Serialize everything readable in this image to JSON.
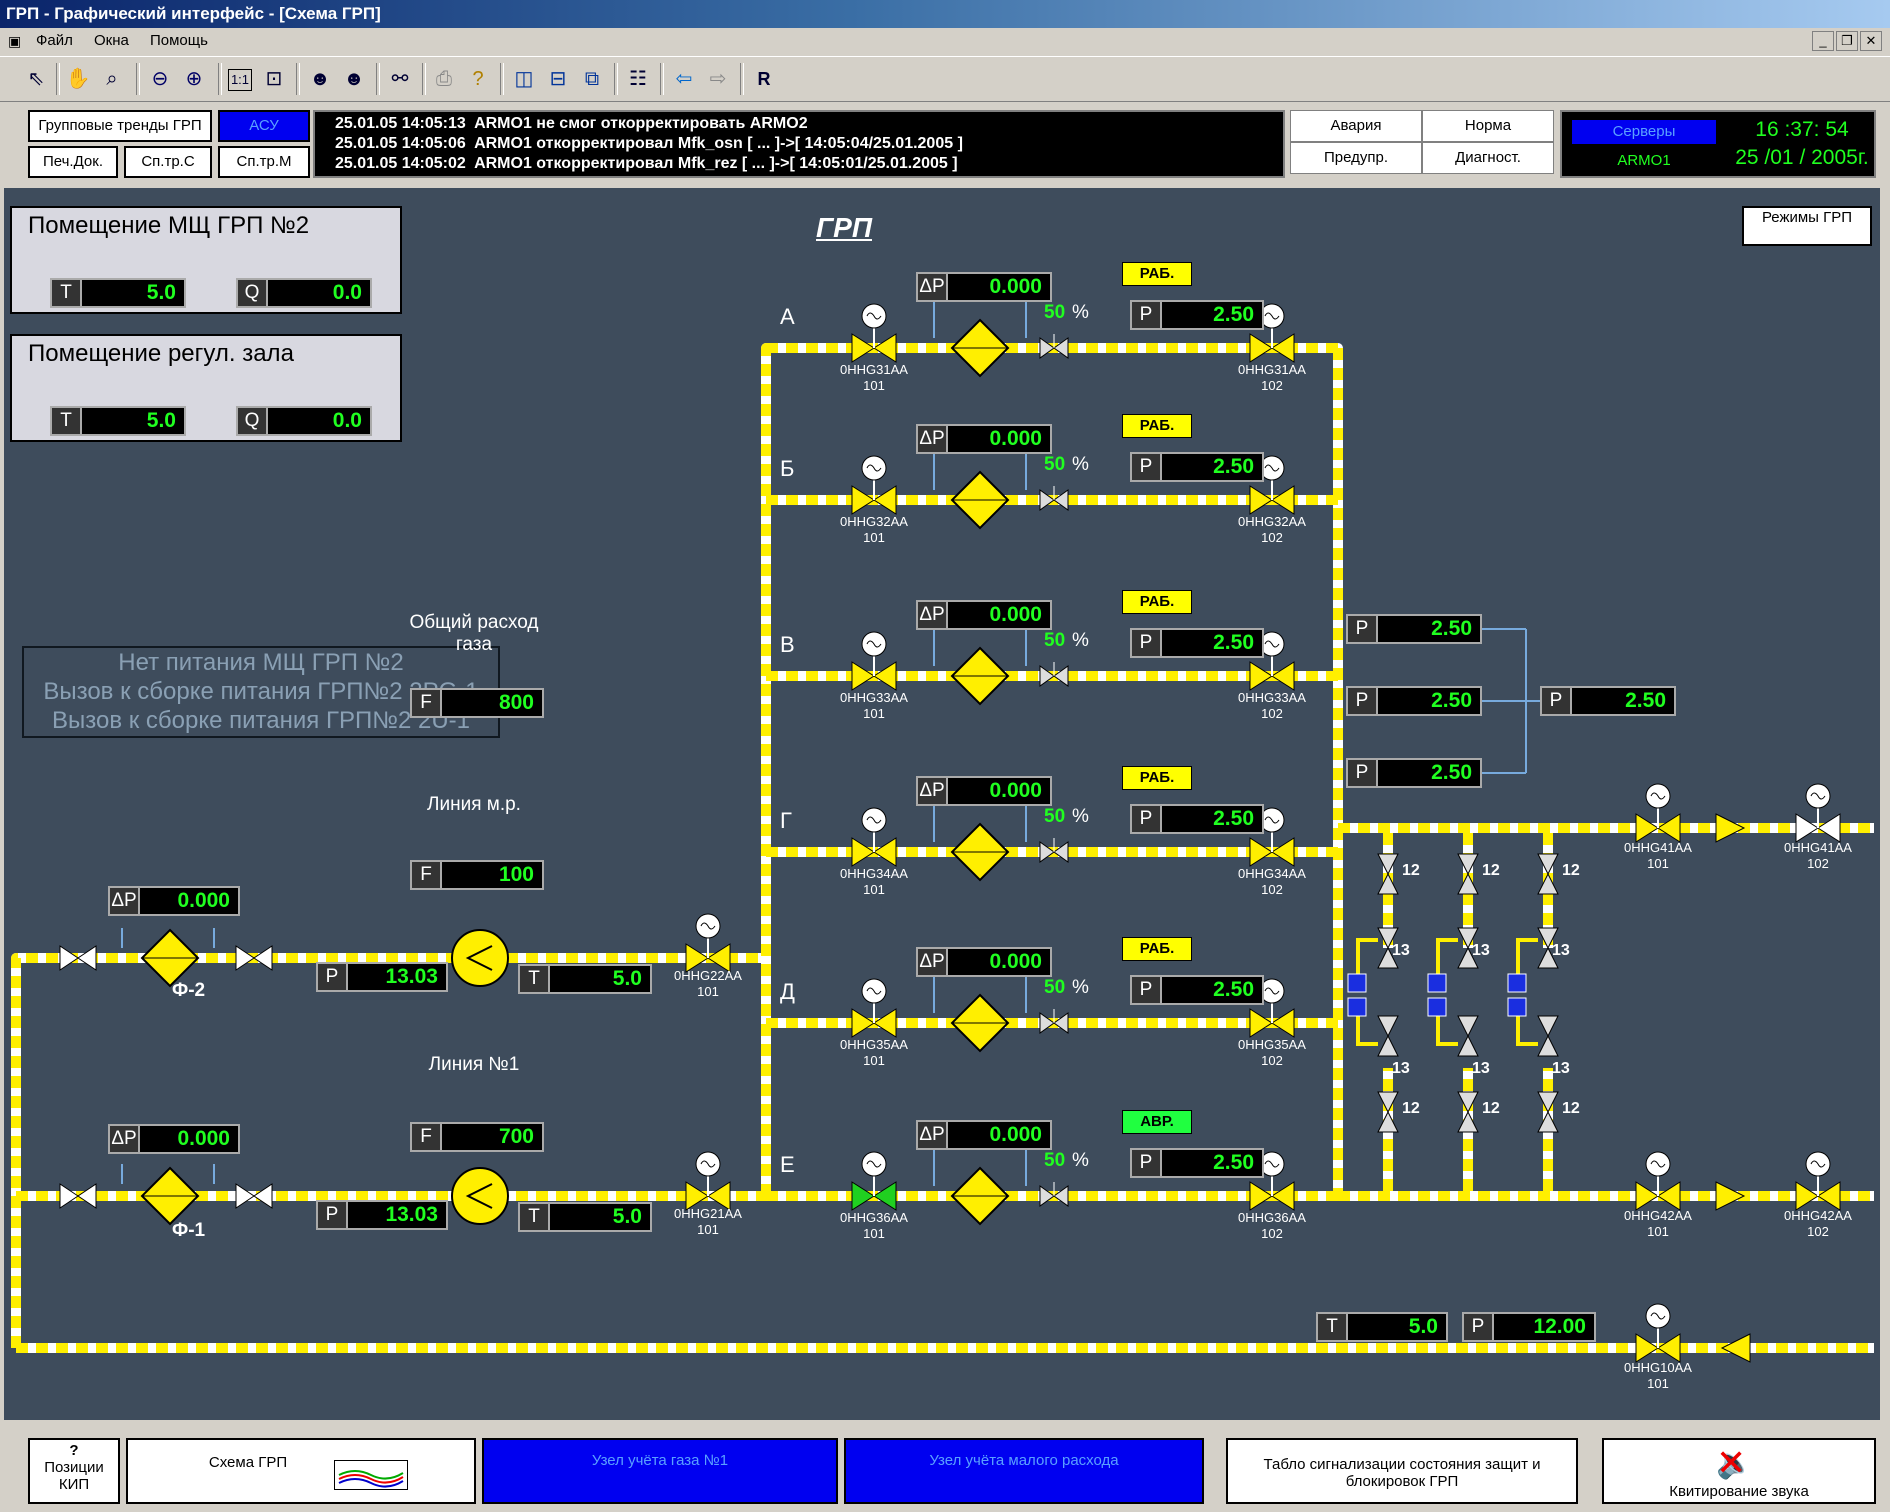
{
  "window": {
    "title": "ГРП - Графический интерфейс - [Схема ГРП]",
    "menu": [
      "Файл",
      "Окна",
      "Помощь"
    ]
  },
  "header": {
    "btn_trends": "Групповые тренды ГРП",
    "btn_asu": "АСУ",
    "btn_print": "Печ.Док.",
    "btn_sptrc": "Сп.тр.С",
    "btn_sptrm": "Сп.тр.М",
    "events": [
      "25.01.05 14:05:13  ARMO1 не смог откорректировать ARMO2",
      "25.01.05 14:05:06  ARMO1 откорректировал Mfk_osn [ ... ]->[ 14:05:04/25.01.2005 ]",
      "25.01.05 14:05:02  ARMO1 откорректировал Mfk_rez [ ... ]->[ 14:05:01/25.01.2005 ]"
    ],
    "btn_avaria": "Авария",
    "btn_norma": "Норма",
    "btn_predupr": "Предупр.",
    "btn_diagnost": "Диагност.",
    "btn_servers": "Серверы",
    "server_name": "ARMO1",
    "time": "16 :37: 54",
    "date": "25 /01 / 2005г."
  },
  "rooms": [
    {
      "title": "Помещение МЩ ГРП №2",
      "t_label": "T",
      "t_value": "5.0",
      "q_label": "Q",
      "q_value": "0.0"
    },
    {
      "title": "Помещение регул. зала",
      "t_label": "T",
      "t_value": "5.0",
      "q_label": "Q",
      "q_value": "0.0"
    }
  ],
  "alarms": [
    "Нет питания МЩ ГРП №2",
    "Вызов к сборке питания ГРП№2 2PG-1",
    "Вызов к сборке питания ГРП№2 2U-1"
  ],
  "scheme": {
    "title": "ГРП",
    "modes_button": "Режимы ГРП",
    "total_flow_label": "Общий расход газа",
    "total_flow": {
      "label": "F",
      "value": "800"
    },
    "line_mr_label": "Линия м.р.",
    "line_mr_flow": {
      "label": "F",
      "value": "100"
    },
    "line1_label": "Линия №1",
    "line1_flow": {
      "label": "F",
      "value": "700"
    },
    "filter2": {
      "name": "Ф-2",
      "dp_label": "ΔP",
      "dp": "0.000"
    },
    "filter1": {
      "name": "Ф-1",
      "dp_label": "ΔP",
      "dp": "0.000"
    },
    "upper_line": {
      "p_label": "P",
      "p": "13.03",
      "t_label": "T",
      "t": "5.0",
      "valve": "0HHG22AA",
      "valve_num": "101"
    },
    "lower_line": {
      "p_label": "P",
      "p": "13.03",
      "t_label": "T",
      "t": "5.0",
      "valve": "0HHG21AA",
      "valve_num": "101"
    },
    "branches": [
      {
        "letter": "А",
        "status": "РАБ.",
        "dp_label": "ΔP",
        "dp": "0.000",
        "pct": "50",
        "p_label": "P",
        "p": "2.50",
        "v1": "0HHG31AA",
        "v2": "0HHG31AA"
      },
      {
        "letter": "Б",
        "status": "РАБ.",
        "dp_label": "ΔP",
        "dp": "0.000",
        "pct": "50",
        "p_label": "P",
        "p": "2.50",
        "v1": "0HHG32AA",
        "v2": "0HHG32AA"
      },
      {
        "letter": "В",
        "status": "РАБ.",
        "dp_label": "ΔP",
        "dp": "0.000",
        "pct": "50",
        "p_label": "P",
        "p": "2.50",
        "v1": "0HHG33AA",
        "v2": "0HHG33AA"
      },
      {
        "letter": "Г",
        "status": "РАБ.",
        "dp_label": "ΔP",
        "dp": "0.000",
        "pct": "50",
        "p_label": "P",
        "p": "2.50",
        "v1": "0HHG34AA",
        "v2": "0HHG34AA"
      },
      {
        "letter": "Д",
        "status": "РАБ.",
        "dp_label": "ΔP",
        "dp": "0.000",
        "pct": "50",
        "p_label": "P",
        "p": "2.50",
        "v1": "0HHG35AA",
        "v2": "0HHG35AA"
      },
      {
        "letter": "Е",
        "status": "АВР.",
        "dp_label": "ΔP",
        "dp": "0.000",
        "pct": "50",
        "p_label": "P",
        "p": "2.50",
        "v1": "0HHG36AA",
        "v2": "0HHG36AA"
      }
    ],
    "pct_sign": "%",
    "num101": "101",
    "num102": "102",
    "collector": [
      {
        "label": "P",
        "value": "2.50"
      },
      {
        "label": "P",
        "value": "2.50"
      },
      {
        "label": "P",
        "value": "2.50"
      }
    ],
    "collector_avg": {
      "label": "P",
      "value": "2.50"
    },
    "out_valves": {
      "v41": "0HHG41AA",
      "v42": "0HHG42AA"
    },
    "small_nums": {
      "n12": "12",
      "n13": "13"
    },
    "inlet": {
      "t_label": "T",
      "t": "5.0",
      "p_label": "P",
      "p": "12.00",
      "valve": "0HHG10AA",
      "valve_num": "101"
    }
  },
  "footer": {
    "pos_kip": "Позиции КИП",
    "pos_kip_mark": "?",
    "scheme_grp": "Схема ГРП",
    "node1": "Узел учёта газа №1",
    "node_small": "Узел учёта малого расхода",
    "signal_board": "Табло сигнализации состояния защит и блокировок ГРП",
    "ack_sound": "Квитирование звука"
  },
  "colors": {
    "pipe": "#ffef00",
    "display_value": "#20ff20",
    "background": "#3e4c5c",
    "status_work": "#ffff00",
    "status_avr": "#20ff40"
  }
}
